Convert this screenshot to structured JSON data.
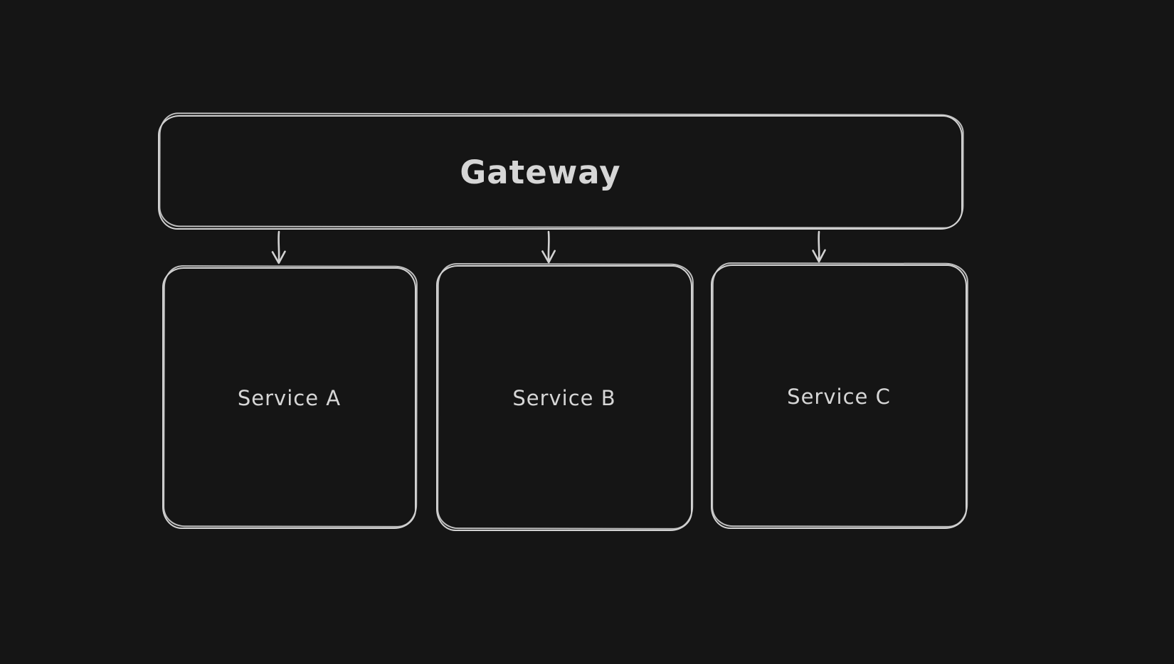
{
  "canvas": {
    "background": "#151515",
    "stroke_color": "#d2d2d2",
    "text_color": "#d6d6d6",
    "style": "hand-drawn-dark"
  },
  "nodes": [
    {
      "id": "gateway",
      "label": "Gateway"
    },
    {
      "id": "service-a",
      "label": "Service A"
    },
    {
      "id": "service-b",
      "label": "Service B"
    },
    {
      "id": "service-c",
      "label": "Service C"
    }
  ],
  "edges": [
    {
      "from": "gateway",
      "to": "service-a",
      "arrow": "down"
    },
    {
      "from": "gateway",
      "to": "service-b",
      "arrow": "down"
    },
    {
      "from": "gateway",
      "to": "service-c",
      "arrow": "down"
    }
  ]
}
